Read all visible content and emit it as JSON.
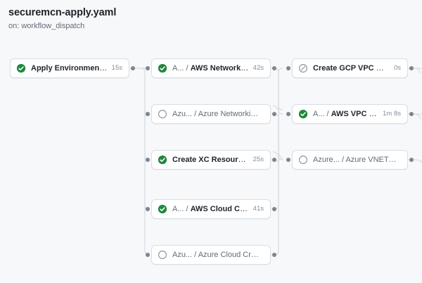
{
  "header": {
    "title": "securemcn-apply.yaml",
    "trigger": "on: workflow_dispatch"
  },
  "graph": {
    "columns": [
      {
        "name": "column-1",
        "nodes": [
          {
            "id": "apply-environment-variables",
            "status": "success",
            "status_icon": "check-circle-icon",
            "label_prefix": "",
            "label_main": "Apply Environment Variabl...",
            "duration": "15s"
          }
        ]
      },
      {
        "name": "column-2",
        "nodes": [
          {
            "id": "aws-networking-apply",
            "status": "success",
            "status_icon": "check-circle-icon",
            "label_prefix": "A... / ",
            "label_main": "AWS Networking Apply",
            "duration": "42s"
          },
          {
            "id": "azure-networking-apply",
            "status": "pending",
            "status_icon": "empty-circle-icon",
            "label_prefix": "Azu... / ",
            "label_main": "Azure Networking Apply",
            "duration": ""
          },
          {
            "id": "create-xc-resources",
            "status": "success",
            "status_icon": "check-circle-icon",
            "label_prefix": "",
            "label_main": "Create XC Resources",
            "duration": "25s"
          },
          {
            "id": "aws-cloud-credentials",
            "status": "success",
            "status_icon": "check-circle-icon",
            "label_prefix": "A... / ",
            "label_main": "AWS Cloud Credentials",
            "duration": "41s"
          },
          {
            "id": "azure-cloud-credentials",
            "status": "pending",
            "status_icon": "empty-circle-icon",
            "label_prefix": "Azu... / ",
            "label_main": "Azure Cloud Credentials",
            "duration": ""
          }
        ]
      },
      {
        "name": "column-3",
        "nodes": [
          {
            "id": "create-gcp-vpc-site",
            "status": "skipped",
            "status_icon": "skip-circle-icon",
            "label_prefix": "",
            "label_main": "Create GCP VPC Site",
            "duration": "0s"
          },
          {
            "id": "aws-vpc-site-apply",
            "status": "success",
            "status_icon": "check-circle-icon",
            "label_prefix": "A... / ",
            "label_main": "AWS VPC Site Apply",
            "duration": "1m 8s"
          },
          {
            "id": "azure-vnet-site-apply",
            "status": "pending",
            "status_icon": "empty-circle-icon",
            "label_prefix": "Azure... / ",
            "label_main": "Azure VNET Site Apply",
            "duration": ""
          }
        ]
      }
    ]
  },
  "colors": {
    "background": "#f6f8fa",
    "node_background": "#ffffff",
    "node_border": "#d8dee4",
    "edge": "#d8dee4",
    "success": "#1f883d",
    "pending": "#848d97",
    "skipped": "#848d97",
    "text_primary": "#1f2328",
    "text_muted": "#636c76"
  }
}
